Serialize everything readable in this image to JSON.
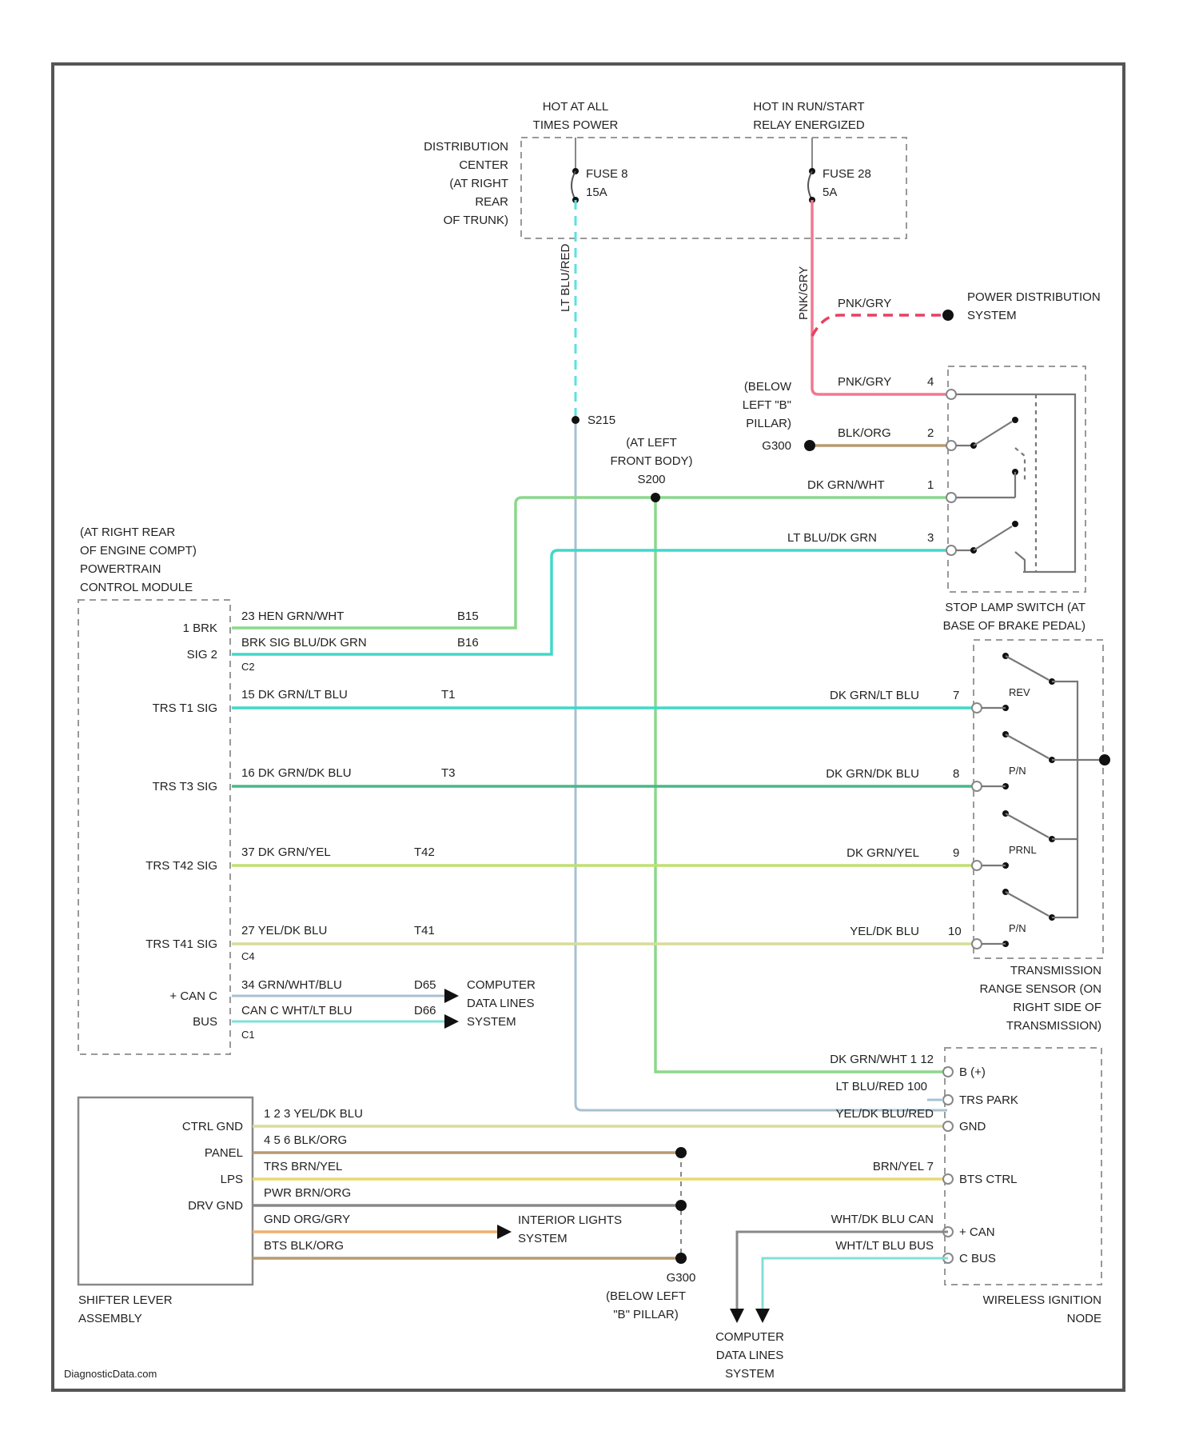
{
  "footer": {
    "watermark": "DiagnosticData.com"
  },
  "distribution_center": {
    "label": [
      "DISTRIBUTION",
      "CENTER",
      "(AT RIGHT",
      "REAR",
      "OF TRUNK)"
    ],
    "hot_at_all_times": [
      "HOT AT ALL",
      "TIMES POWER"
    ],
    "hot_in_run": [
      "HOT IN RUN/START",
      "RELAY ENERGIZED"
    ],
    "fuse_a": [
      "FUSE 8",
      "15A"
    ],
    "fuse_b": [
      "FUSE 28",
      "5A"
    ]
  },
  "wires": {
    "lt_blu_red": "LT BLU/RED",
    "pnk_vert": "PNK/GRY",
    "pnk_branch": "PNK/GRY",
    "pnk_stop": "PNK/GRY",
    "pnk_stop_pin": "4",
    "blk_org": "BLK/ORG",
    "blk_org_pin": "2",
    "dk_grn_wht": "DK GRN/WHT",
    "dk_grn_wht_pin": "1",
    "lt_blu_dk_grn": "LT BLU/DK GRN",
    "lt_blu_dk_grn_pin": "3"
  },
  "grounds": {
    "g_below_b": [
      "(BELOW",
      "LEFT \"B\"",
      "PILLAR)",
      "G300"
    ],
    "s215": "S215",
    "s200": [
      "(AT LEFT",
      "FRONT BODY)",
      "S200"
    ],
    "g300_bottom": [
      "G300",
      "(BELOW LEFT",
      "\"B\" PILLAR)"
    ]
  },
  "power_distribution": [
    "POWER DISTRIBUTION",
    "SYSTEM"
  ],
  "stop_lamp_switch": [
    "STOP LAMP SWITCH (AT",
    "BASE OF BRAKE PEDAL)"
  ],
  "pcm": {
    "title": [
      "(AT RIGHT REAR",
      "OF ENGINE COMPT)",
      "POWERTRAIN",
      "CONTROL MODULE"
    ],
    "row1": {
      "label": "1 BRK",
      "wire": "23  HEN GRN/WHT",
      "conn": "B15"
    },
    "row2": {
      "label": "SIG 2",
      "wire": "BRK SIG BLU/DK GRN",
      "conn": "B16",
      "sub": "C2"
    },
    "row3": {
      "label": "TRS T1 SIG",
      "wire": "15   DK GRN/LT BLU",
      "conn": "T1"
    },
    "row4": {
      "label": "TRS T3 SIG",
      "wire": "16   DK GRN/DK BLU",
      "conn": "T3"
    },
    "row5": {
      "label": "TRS T42 SIG",
      "wire": "37   DK GRN/YEL",
      "conn": "T42"
    },
    "row6": {
      "label": "TRS T41 SIG",
      "wire": "27   YEL/DK BLU",
      "conn": "T41",
      "sub": "C4"
    },
    "can_label": [
      "+ CAN C",
      "BUS"
    ],
    "can_wire1": "34  GRN/WHT/BLU",
    "can_conn1": "D65",
    "can_wire2": "CAN C WHT/LT BLU",
    "can_conn2": "D66",
    "can_sub": "C1"
  },
  "computer_data": [
    "COMPUTER",
    "DATA LINES",
    "SYSTEM"
  ],
  "trs_right": {
    "r1": {
      "wire": "DK GRN/LT BLU",
      "pin": "7"
    },
    "r2": {
      "wire": "DK GRN/DK BLU",
      "pin": "8"
    },
    "r3": {
      "wire": "DK GRN/YEL",
      "pin": "9"
    },
    "r4": {
      "wire": "YEL/DK BLU",
      "pin": "10"
    },
    "positions": [
      "REV",
      "P/N",
      "PRNL",
      "P/N"
    ]
  },
  "trs_label": [
    "TRANSMISSION",
    "RANGE SENSOR (ON",
    "RIGHT SIDE OF",
    "TRANSMISSION)"
  ],
  "shifter": {
    "labels": [
      "CTRL GND",
      "PANEL",
      "LPS",
      "DRV GND"
    ],
    "title": [
      "SHIFTER LEVER",
      "ASSEMBLY"
    ],
    "w1": "1 2 3  YEL/DK BLU",
    "w2": "4 5 6  BLK/ORG",
    "w3": "TRS  BRN/YEL",
    "w4": "PWR BRN/ORG",
    "w5": "GND ORG/GRY",
    "w6": "BTS BLK/ORG"
  },
  "interior_lights": [
    "INTERIOR LIGHTS",
    "SYSTEM"
  ],
  "win": {
    "r1": {
      "wire": "DK GRN/WHT  1  12",
      "pin": "B (+)"
    },
    "r2": {
      "wire": "LT BLU/RED  100",
      "pin": "TRS PARK"
    },
    "r3": {
      "wire": "YEL/DK BLU/RED",
      "pin": "GND"
    },
    "r4": {
      "wire": "BRN/YEL    7",
      "pin": "BTS CTRL"
    },
    "r5": {
      "wire": "WHT/DK BLU CAN",
      "pin": "+ CAN"
    },
    "r6": {
      "wire": "WHT/LT BLU BUS",
      "pin": "C BUS"
    },
    "title": [
      "WIRELESS IGNITION",
      "NODE"
    ]
  },
  "colors": {
    "lt_blu": "#5ce0e0",
    "pink": "#f07890",
    "pink_dash": "#e84060",
    "tan": "#b89a70",
    "green": "#8cd78c",
    "teal": "#40d8c8",
    "dk_green": "#48b888",
    "yellow_green": "#c0e070",
    "pale_yellow": "#d8dc98",
    "light_gray_blue": "#a8c0d0",
    "orange": "#f0b070",
    "yellow": "#e8d870",
    "gray": "#888888",
    "light_cyan": "#80e0d8"
  }
}
